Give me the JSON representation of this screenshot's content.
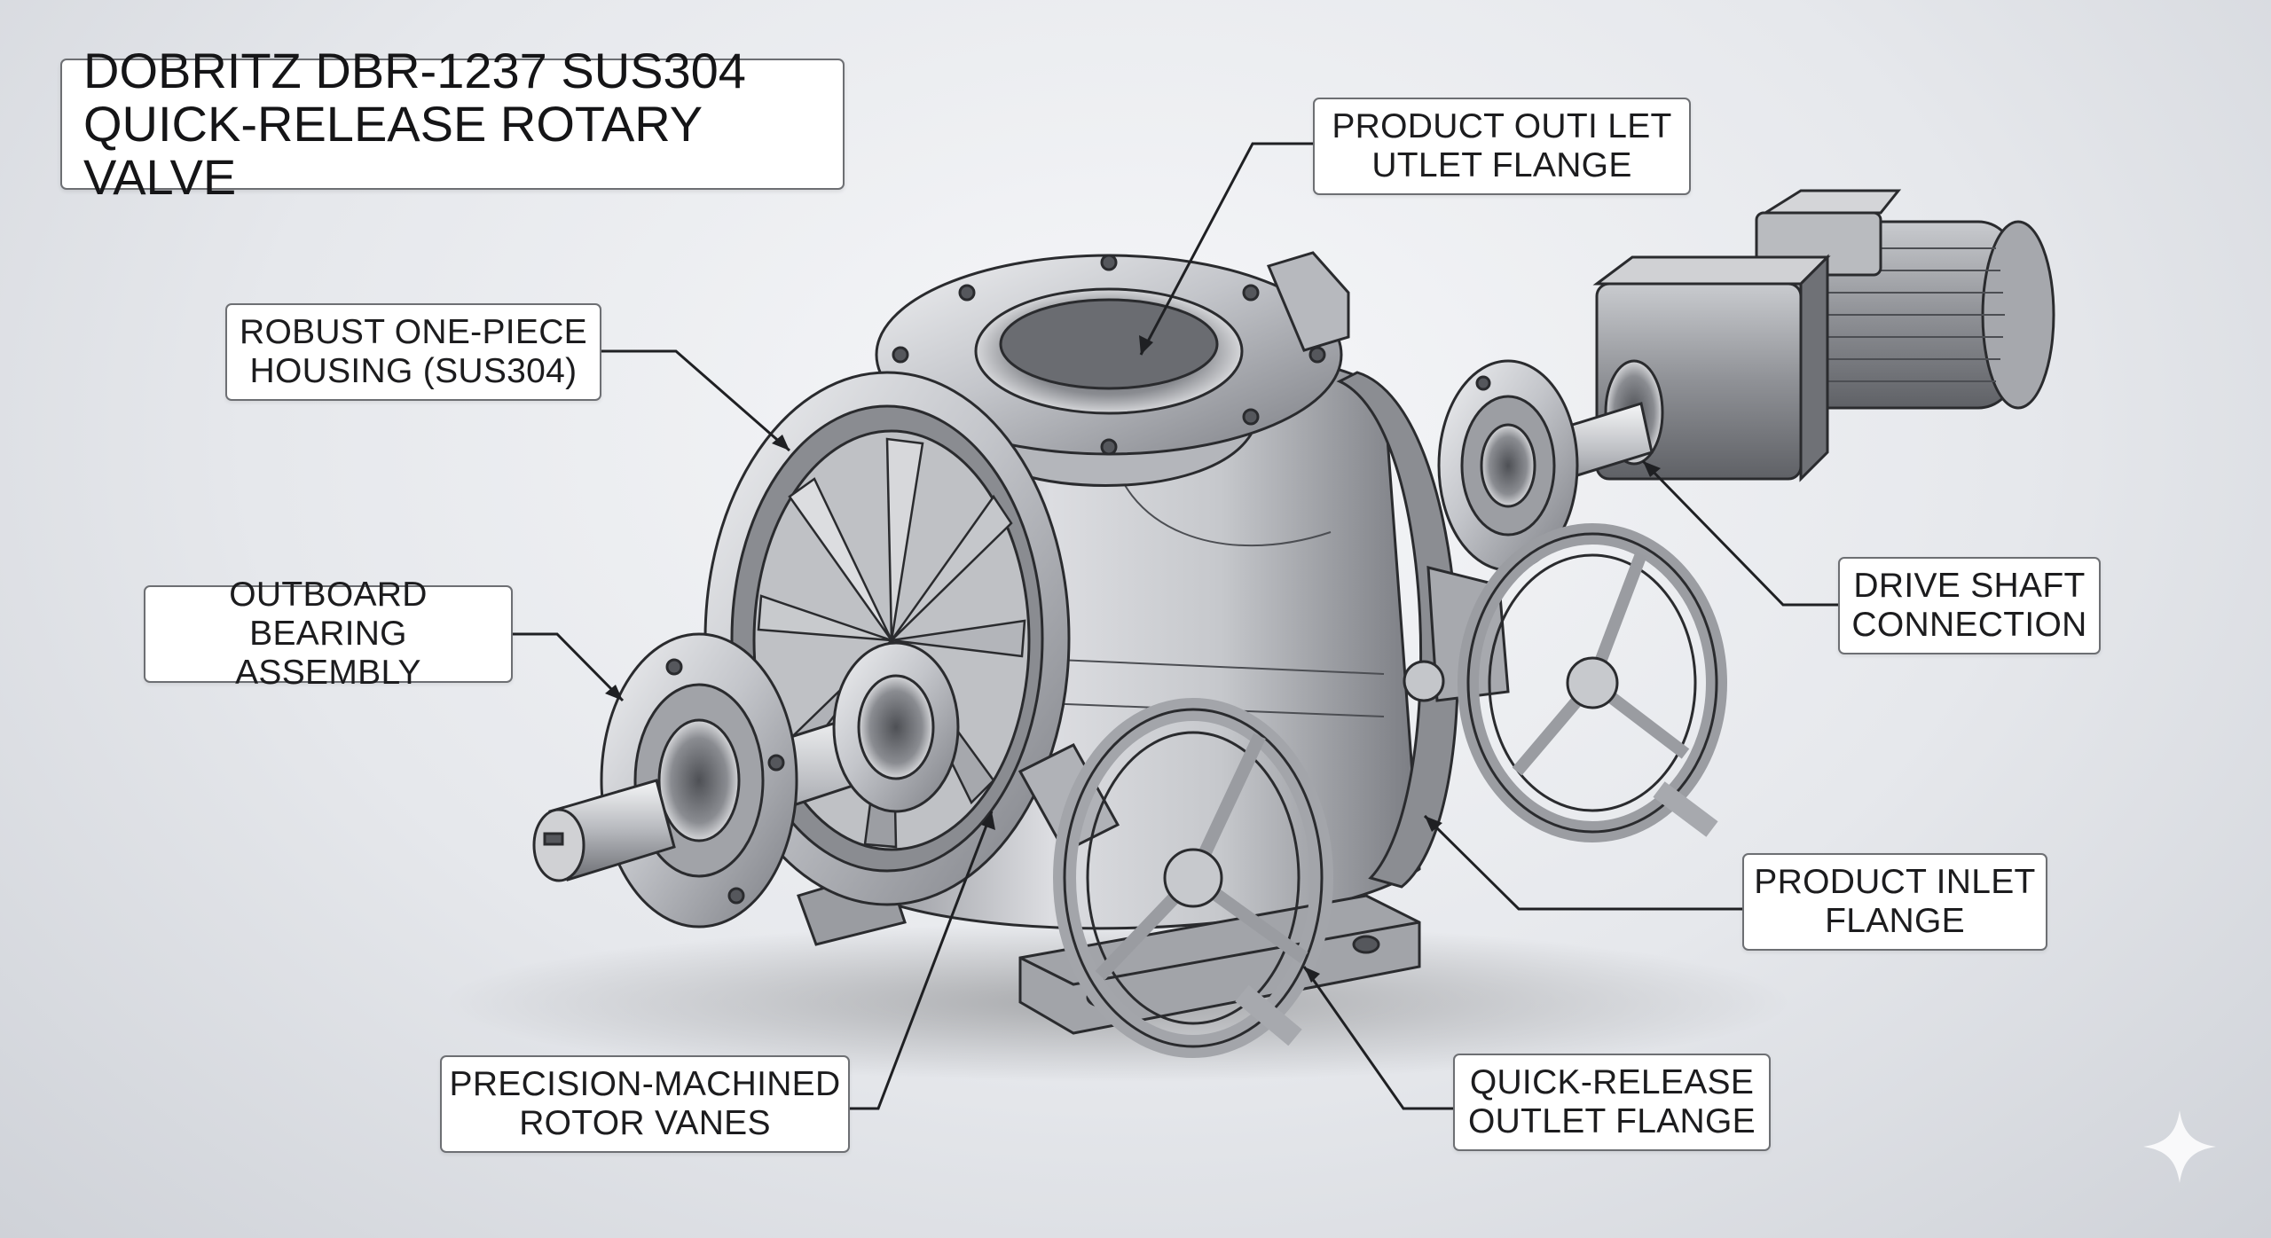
{
  "title": {
    "line1": "DOBRITZ DBR-1237 SUS304",
    "line2": "QUICK-RELEASE ROTARY VALVE"
  },
  "callouts": {
    "product_outlet": {
      "line1": "PRODUCT OUTI LET",
      "line2": "UTLET FLANGE"
    },
    "housing": {
      "line1": "ROBUST ONE-PIECE",
      "line2": "HOUSING (SUS304)"
    },
    "bearing": {
      "line1": "OUTBOARD BEARING",
      "line2": "ASSEMBLY"
    },
    "drive_shaft": {
      "line1": "DRIVE SHAFT",
      "line2": "CONNECTION"
    },
    "product_inlet": {
      "line1": "PRODUCT INLET",
      "line2": "FLANGE"
    },
    "quick_release": {
      "line1": "QUICK-RELEASE",
      "line2": "OUTLET FLANGE"
    },
    "rotor_vanes": {
      "line1": "PRECISION-MACHINED",
      "line2": "ROTOR VANES"
    }
  },
  "icons": {
    "watermark": "sparkle-icon"
  },
  "colors": {
    "metal_light": "#e4e5e8",
    "metal_mid": "#a9abb0",
    "metal_dark": "#55575c",
    "outline": "#2a2b2e",
    "label_border": "#6d6f73"
  }
}
